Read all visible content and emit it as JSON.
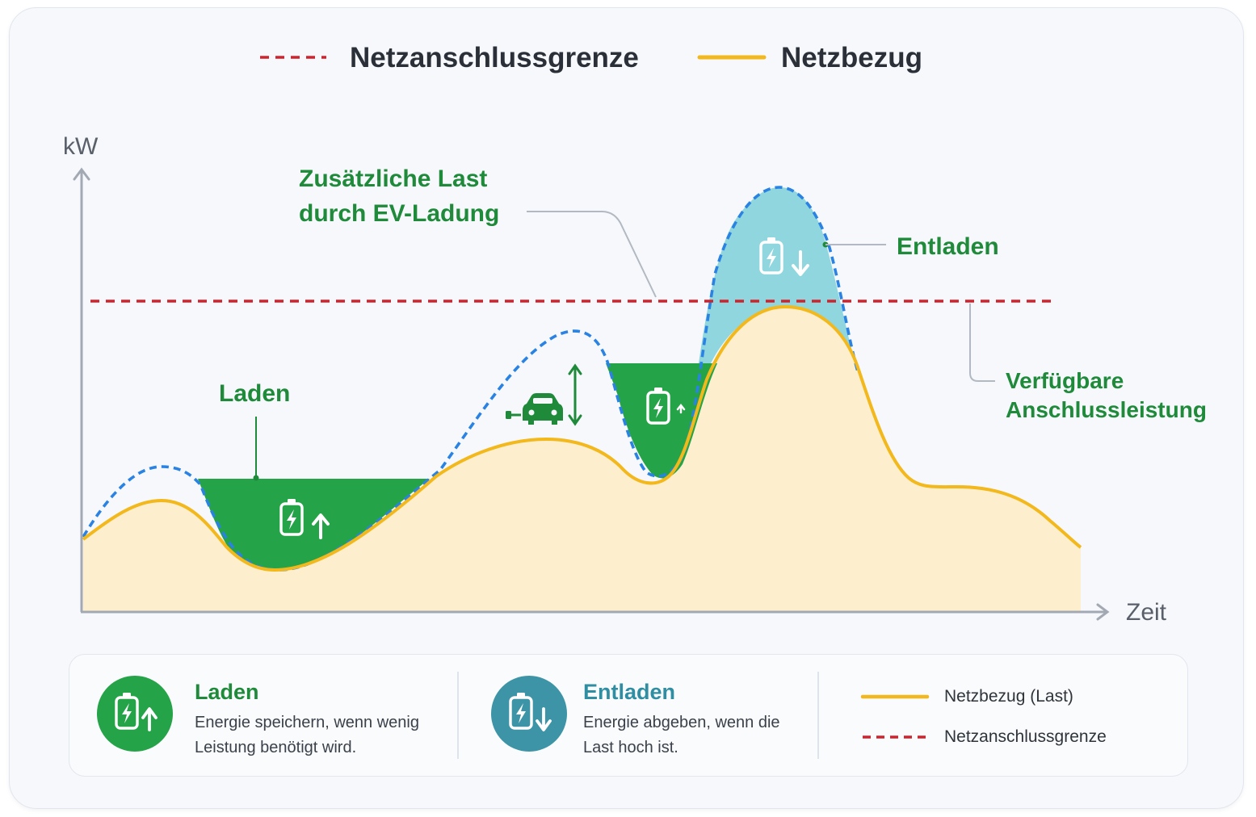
{
  "top_legend": {
    "grid_limit_label": "Netzanschlussgrenze",
    "grid_draw_label": "Netzbezug"
  },
  "axes": {
    "y_label": "kW",
    "x_label": "Zeit"
  },
  "annotations": {
    "ev_line1": "Zusätzliche Last",
    "ev_line2": "durch EV-Ladung",
    "discharge": "Entladen",
    "charge": "Laden",
    "available_line1": "Verfügbare",
    "available_line2": "Anschlussleistung"
  },
  "bottom_legend": {
    "charge_title": "Laden",
    "charge_desc": "Energie speichern, wenn wenig Leistung benötigt wird.",
    "discharge_title": "Entladen",
    "discharge_desc": "Energie abgeben, wenn die Last hoch ist.",
    "grid_draw_line": "Netzbezug (Last)",
    "grid_limit_line": "Netzanschlussgrenze"
  },
  "colors": {
    "load": "#f2b81c",
    "load_fill": "#fdeecd",
    "limit": "#d0222c",
    "ev_dashed": "#2a83e2",
    "charge": "#25a348",
    "discharge_fill": "#8fd6df",
    "discharge_icon_bg": "#3d94a6",
    "label_green": "#1e8a3a",
    "axis": "#a3a9b3"
  }
}
